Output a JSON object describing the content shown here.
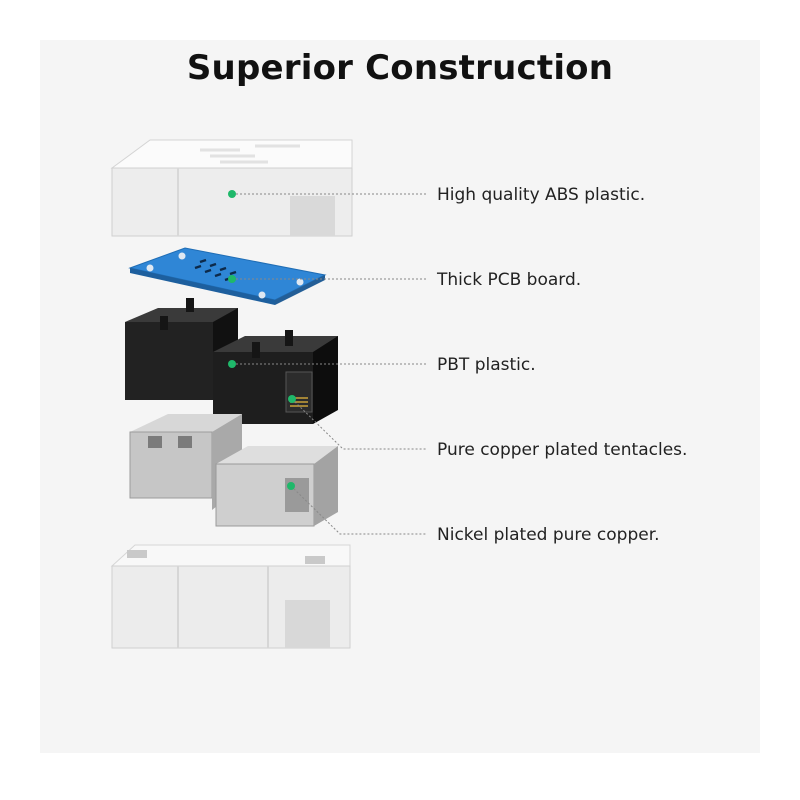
{
  "title": "Superior Construction",
  "accent_color": "#1fb86a",
  "callouts": [
    {
      "label": "High quality ABS plastic."
    },
    {
      "label": "Thick PCB board."
    },
    {
      "label": "PBT plastic."
    },
    {
      "label": "Pure copper plated tentacles."
    },
    {
      "label": "Nickel plated pure copper."
    }
  ]
}
